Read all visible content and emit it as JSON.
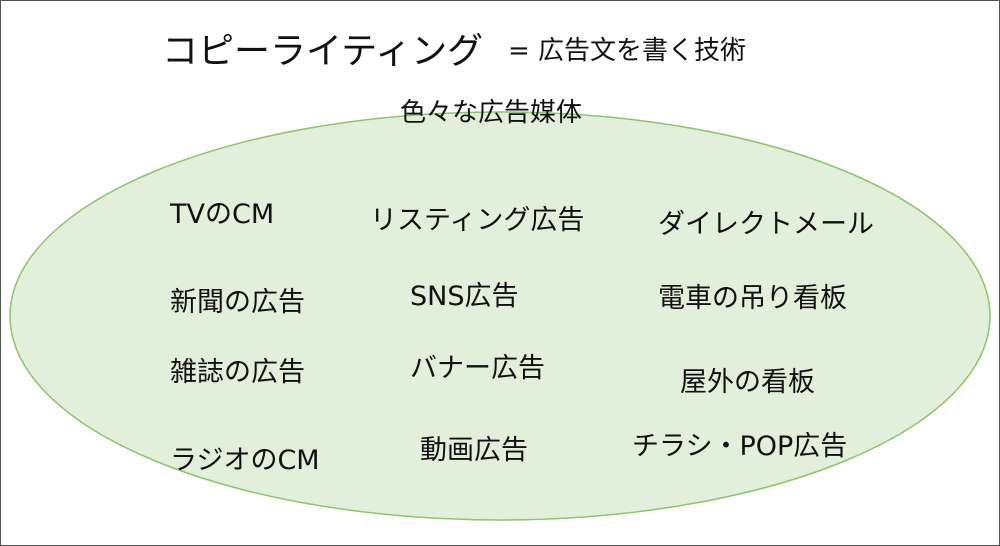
{
  "title": {
    "main": "コピーライティング",
    "rest": "= 広告文を書く技術"
  },
  "subtitle": "色々な広告媒体",
  "colors": {
    "ellipse_fill": "#e2efda",
    "ellipse_stroke": "#8dc46c"
  },
  "items": [
    "TVのCM",
    "リスティング広告",
    "ダイレクトメール",
    "新聞の広告",
    "SNS広告",
    "電車の吊り看板",
    "雑誌の広告",
    "バナー広告",
    "屋外の看板",
    "ラジオのCM",
    "動画広告",
    "チラシ・POP広告"
  ]
}
